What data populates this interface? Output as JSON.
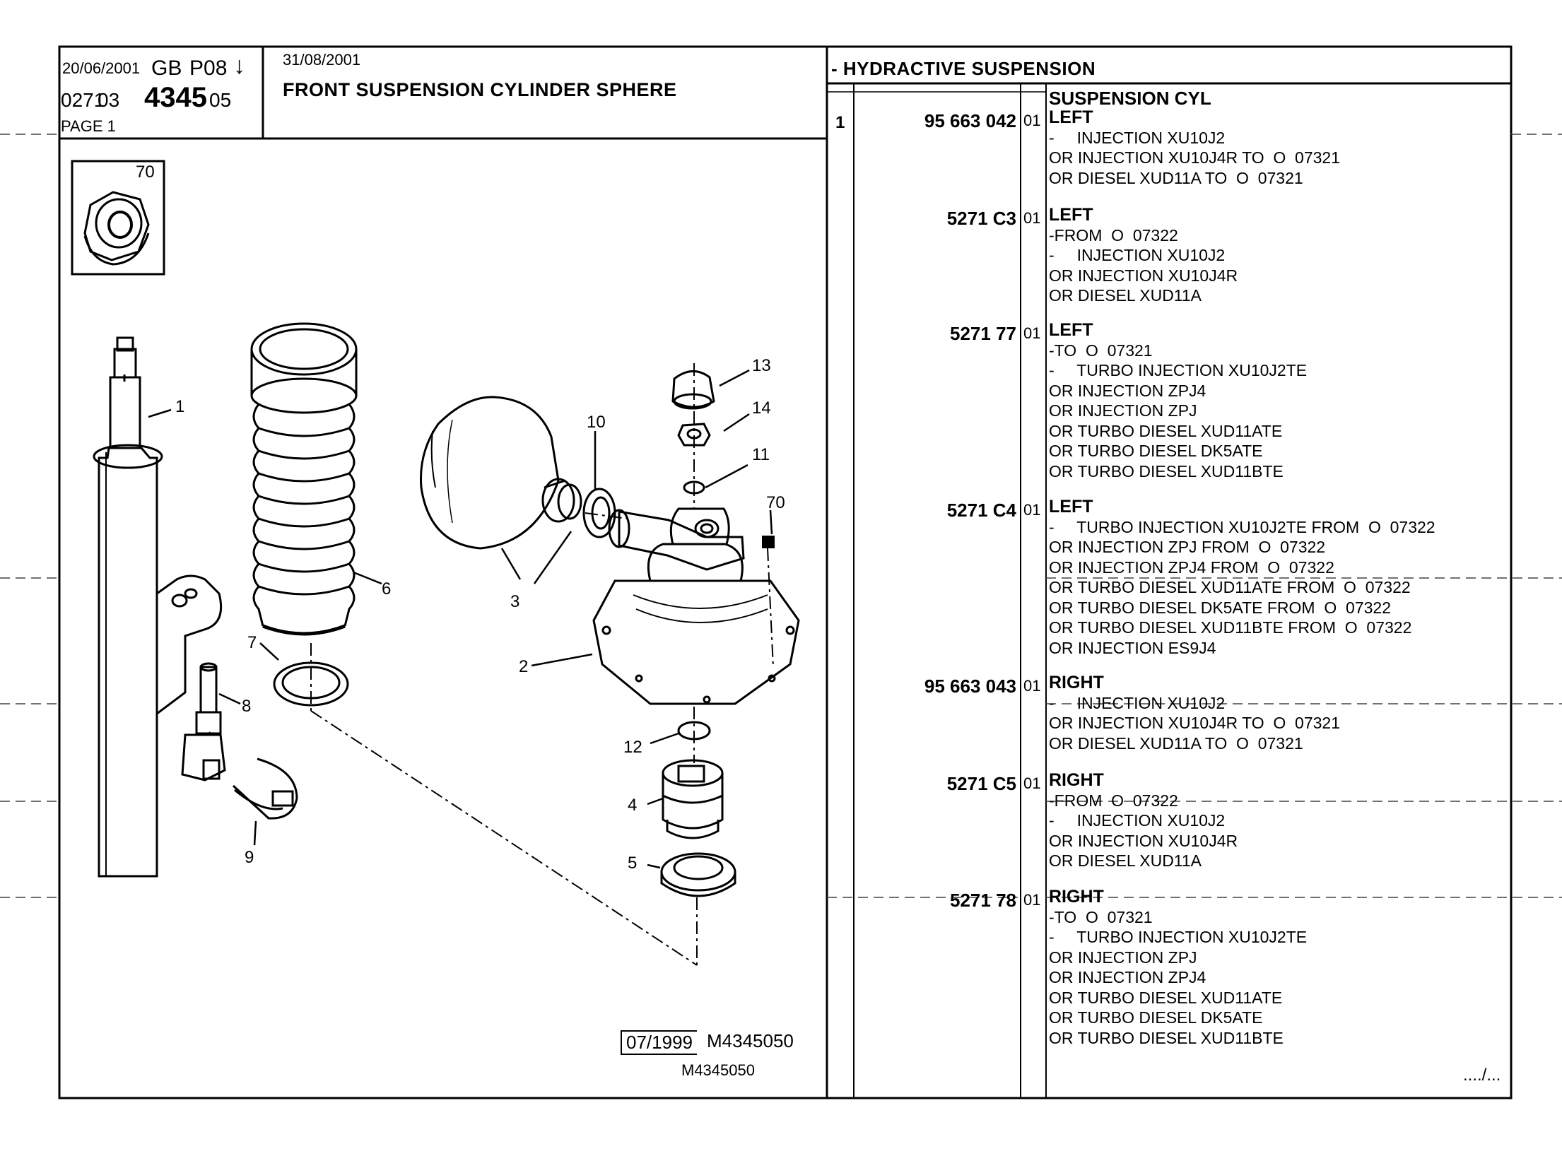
{
  "header": {
    "date_printed": "20/06/2001",
    "country": "GB",
    "page_code": "P08",
    "arrow": "↓",
    "ref_part1": "0271",
    "ref_part2": "03",
    "ref_main": "4345",
    "ref_suffix": "05",
    "page_label": "PAGE 1",
    "date_updated": "31/08/2001",
    "title": "FRONT SUSPENSION CYLINDER SPHERE",
    "section": "- HYDRACTIVE SUSPENSION",
    "column_title": "SUSPENSION CYL"
  },
  "diagram": {
    "callouts": {
      "c70a": "70",
      "c1": "1",
      "c6": "6",
      "c7": "7",
      "c8": "8",
      "c9": "9",
      "c10": "10",
      "c3": "3",
      "c13": "13",
      "c14": "14",
      "c11": "11",
      "c70b": "70",
      "c2": "2",
      "c12": "12",
      "c4": "4",
      "c5": "5"
    },
    "footer_date": "07/1999",
    "footer_ref": "M4345050",
    "footer_ref2": "M4345050"
  },
  "parts": {
    "item_number": "1",
    "rows": [
      {
        "part_no": "95 663 042",
        "qty": "01",
        "lines": [
          "LEFT",
          "-     INJECTION XU10J2",
          "OR INJECTION XU10J4R TO  O  07321",
          "OR DIESEL XUD11A TO  O  07321"
        ]
      },
      {
        "part_no": "5271 C3",
        "qty": "01",
        "lines": [
          "LEFT",
          "-FROM  O  07322",
          "-     INJECTION XU10J2",
          "OR INJECTION XU10J4R",
          "OR DIESEL XUD11A"
        ]
      },
      {
        "part_no": "5271 77",
        "qty": "01",
        "lines": [
          "LEFT",
          "-TO  O  07321",
          "-     TURBO INJECTION XU10J2TE",
          "OR INJECTION ZPJ4",
          "OR INJECTION ZPJ",
          "OR TURBO DIESEL XUD11ATE",
          "OR TURBO DIESEL DK5ATE",
          "OR TURBO DIESEL XUD11BTE"
        ]
      },
      {
        "part_no": "5271 C4",
        "qty": "01",
        "lines": [
          "LEFT",
          "-     TURBO INJECTION XU10J2TE FROM  O  07322",
          "OR INJECTION ZPJ FROM  O  07322",
          "OR INJECTION ZPJ4 FROM  O  07322",
          "OR TURBO DIESEL XUD11ATE FROM  O  07322",
          "OR TURBO DIESEL DK5ATE FROM  O  07322",
          "OR TURBO DIESEL XUD11BTE FROM  O  07322",
          "OR INJECTION ES9J4"
        ]
      },
      {
        "part_no": "95 663 043",
        "qty": "01",
        "lines": [
          "RIGHT",
          "-     INJECTION XU10J2",
          "OR INJECTION XU10J4R TO  O  07321",
          "OR DIESEL XUD11A TO  O  07321"
        ]
      },
      {
        "part_no": "5271 C5",
        "qty": "01",
        "lines": [
          "RIGHT",
          "-FROM  O  07322",
          "-     INJECTION XU10J2",
          "OR INJECTION XU10J4R",
          "OR DIESEL XUD11A"
        ]
      },
      {
        "part_no": "5271 78",
        "qty": "01",
        "lines": [
          "RIGHT",
          "-TO  O  07321",
          "-     TURBO INJECTION XU10J2TE",
          "OR INJECTION ZPJ",
          "OR INJECTION ZPJ4",
          "OR TURBO DIESEL XUD11ATE",
          "OR TURBO DIESEL DK5ATE",
          "OR TURBO DIESEL XUD11BTE"
        ]
      }
    ],
    "continued": "..../..."
  }
}
